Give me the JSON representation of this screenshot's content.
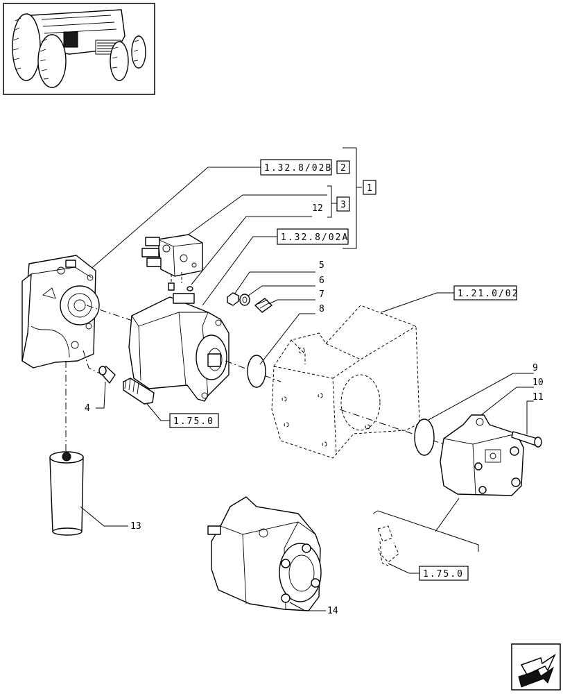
{
  "thumbnail": {
    "alt": "tractor-overview"
  },
  "references": {
    "ref_1_32_8_02B": "1.32.8/02B",
    "ref_1_32_8_02A": "1.32.8/02A",
    "ref_1_21_0_02": "1.21.0/02",
    "ref_1_75_0_a": "1.75.0",
    "ref_1_75_0_b": "1.75.0"
  },
  "group_labels": {
    "g1": "1",
    "g2": "2",
    "g3": "3"
  },
  "callouts": {
    "c4": "4",
    "c5": "5",
    "c6": "6",
    "c7": "7",
    "c8": "8",
    "c9": "9",
    "c10": "10",
    "c11": "11",
    "c12": "12",
    "c13": "13",
    "c14": "14"
  },
  "nav": {
    "icon": "next-page-arrow-icon"
  }
}
